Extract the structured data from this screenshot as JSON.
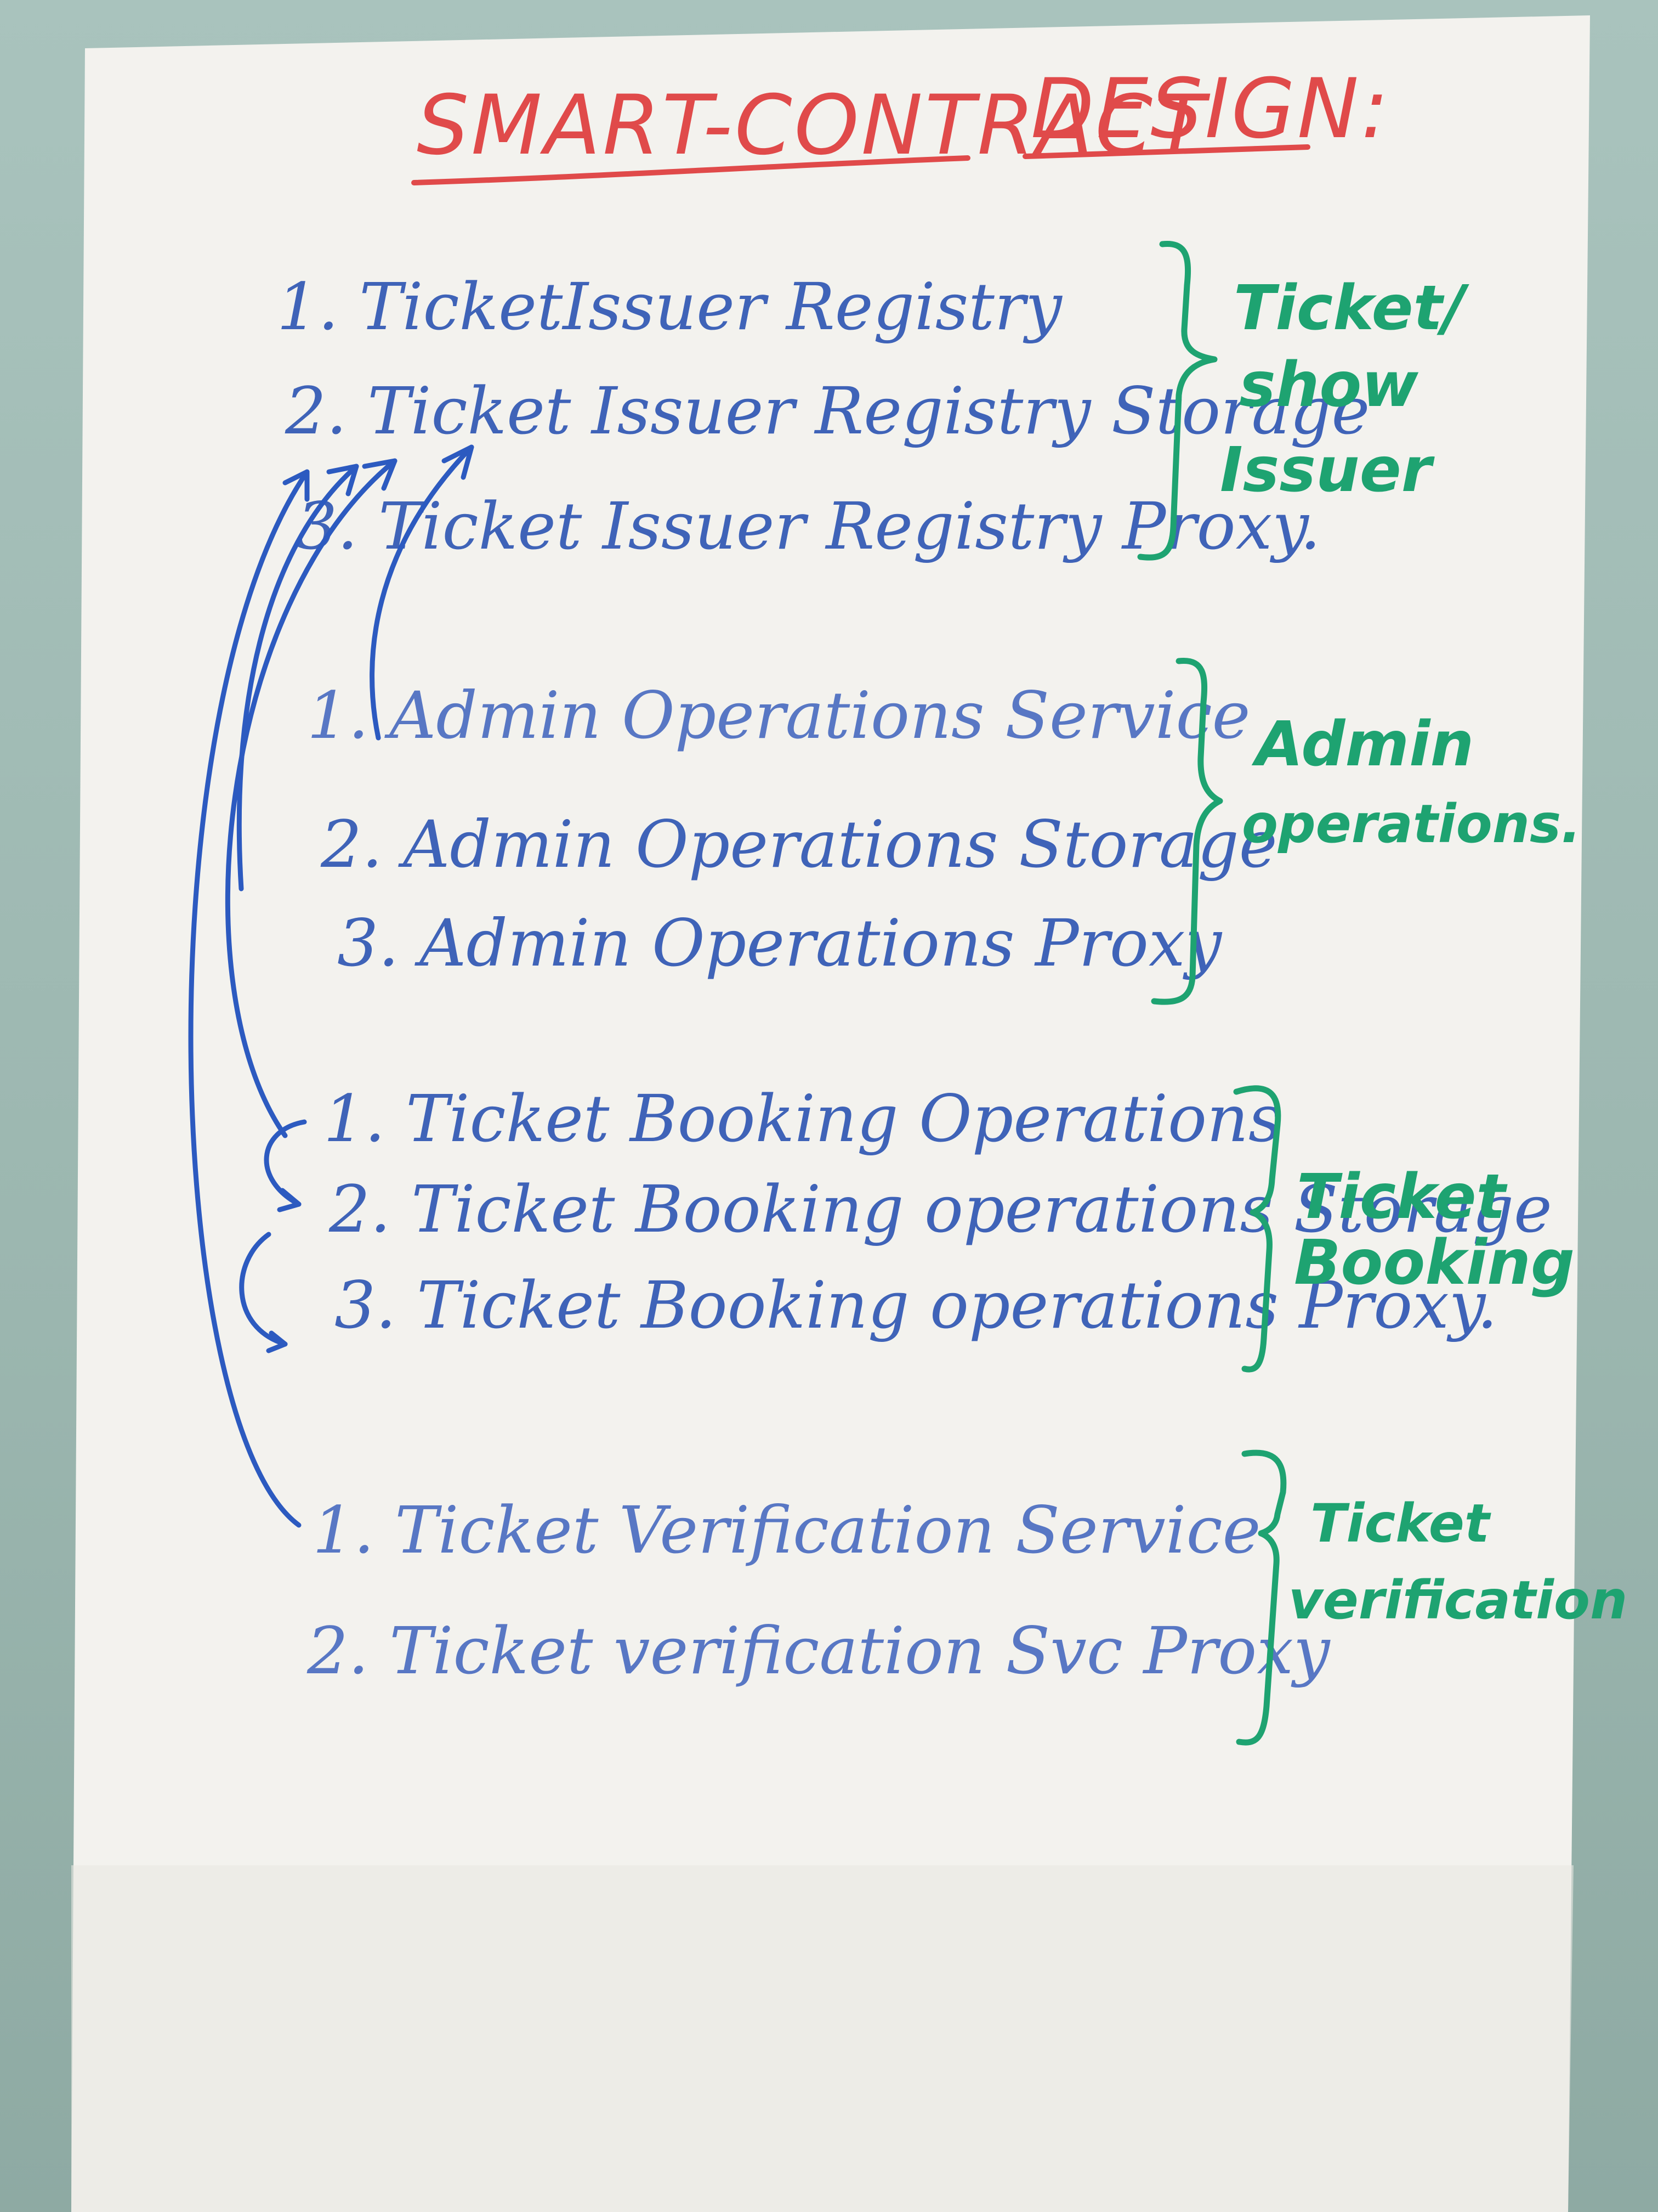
{
  "title": {
    "part1": "SMART-CONTRACT",
    "part2": "DESIGN:"
  },
  "groups": [
    {
      "label_lines": [
        "Ticket/",
        "show",
        "Issuer"
      ],
      "items": [
        "1. TicketIssuer Registry",
        "2. Ticket Issuer Registry Storage",
        "3. Ticket Issuer Registry Proxy."
      ]
    },
    {
      "label_lines": [
        "Admin",
        "operations."
      ],
      "items": [
        "1. Admin Operations Service",
        "2. Admin Operations Storage",
        "3. Admin Operations Proxy"
      ]
    },
    {
      "label_lines": [
        "Ticket",
        "Booking"
      ],
      "items": [
        "1. Ticket Booking Operations",
        "2. Ticket Booking operations Storage",
        "3. Ticket Booking operations Proxy."
      ]
    },
    {
      "label_lines": [
        "Ticket",
        "verification"
      ],
      "items": [
        "1. Ticket Verification Service",
        "2. Ticket verification Svc Proxy"
      ]
    }
  ],
  "colors": {
    "title_ink": "#e04a4a",
    "item_ink": "#3f63b8",
    "group_ink": "#1ea371",
    "arrow_ink": "#2c5ac0",
    "board": "#f3f2ee",
    "wall": "#9fb8b2"
  }
}
